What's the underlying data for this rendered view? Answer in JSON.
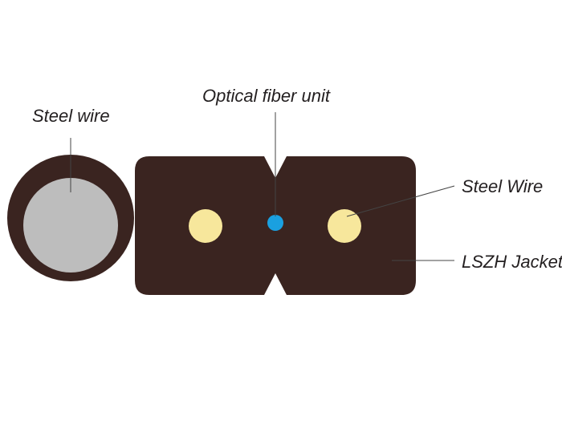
{
  "labels": {
    "steel_wire_left": "Steel wire",
    "optical_fiber_unit": "Optical fiber unit",
    "steel_wire_right": "Steel Wire",
    "lszh_jacket": "LSZH Jacket"
  },
  "colors": {
    "jacket": "#3a2420",
    "steel_core": "#bdbdbd",
    "strength_member": "#f7e79c",
    "fiber": "#1aa0e0",
    "leader_line": "#444444",
    "text": "#231f20"
  }
}
